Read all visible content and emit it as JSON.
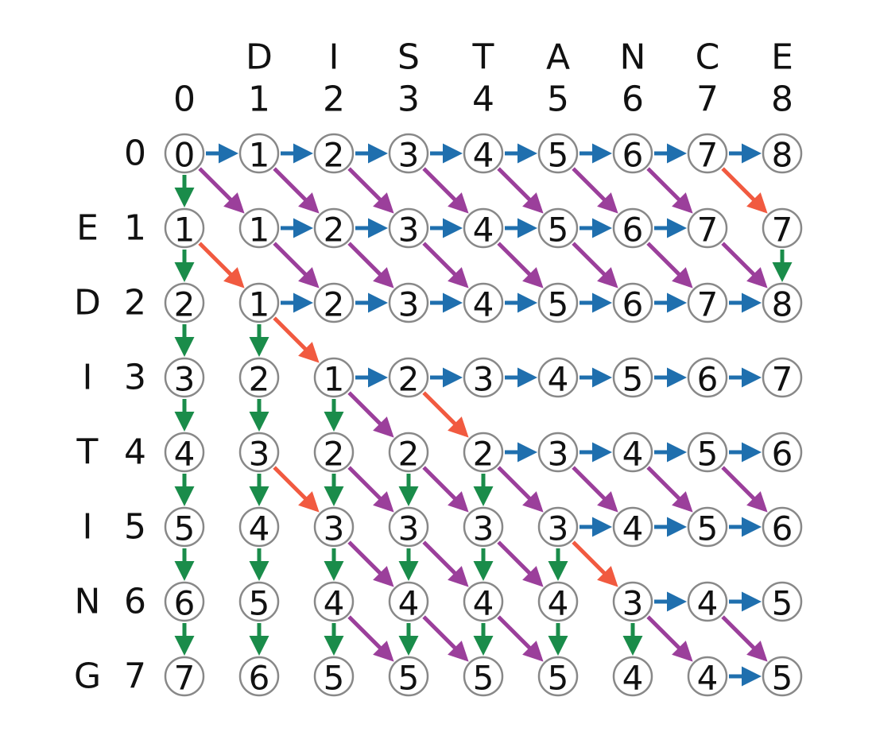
{
  "top_word": [
    "D",
    "I",
    "S",
    "T",
    "A",
    "N",
    "C",
    "E"
  ],
  "left_word": [
    "E",
    "D",
    "I",
    "T",
    "I",
    "N",
    "G"
  ],
  "col_indices": [
    "0",
    "1",
    "2",
    "3",
    "4",
    "5",
    "6",
    "7",
    "8"
  ],
  "row_indices": [
    "0",
    "1",
    "2",
    "3",
    "4",
    "5",
    "6",
    "7"
  ],
  "matrix": [
    [
      0,
      1,
      2,
      3,
      4,
      5,
      6,
      7,
      8
    ],
    [
      1,
      1,
      2,
      3,
      4,
      5,
      6,
      7,
      7
    ],
    [
      2,
      1,
      2,
      3,
      4,
      5,
      6,
      7,
      8
    ],
    [
      3,
      2,
      1,
      2,
      3,
      4,
      5,
      6,
      7
    ],
    [
      4,
      3,
      2,
      2,
      2,
      3,
      4,
      5,
      6
    ],
    [
      5,
      4,
      3,
      3,
      3,
      3,
      4,
      5,
      6
    ],
    [
      6,
      5,
      4,
      4,
      4,
      4,
      3,
      4,
      5
    ],
    [
      7,
      6,
      5,
      5,
      5,
      5,
      4,
      4,
      5
    ]
  ],
  "colors": {
    "horizontal": "#1f6fae",
    "vertical": "#1a8c4a",
    "diagonal_mismatch": "#9b3f9b",
    "diagonal_match": "#f15a40",
    "node_stroke": "#888888"
  },
  "arrows": {
    "horizontal": [
      [
        0,
        0
      ],
      [
        0,
        1
      ],
      [
        0,
        2
      ],
      [
        0,
        3
      ],
      [
        0,
        4
      ],
      [
        0,
        5
      ],
      [
        0,
        6
      ],
      [
        0,
        7
      ],
      [
        1,
        1
      ],
      [
        1,
        2
      ],
      [
        1,
        3
      ],
      [
        1,
        4
      ],
      [
        1,
        5
      ],
      [
        1,
        6
      ],
      [
        2,
        1
      ],
      [
        2,
        2
      ],
      [
        2,
        3
      ],
      [
        2,
        4
      ],
      [
        2,
        5
      ],
      [
        2,
        6
      ],
      [
        2,
        7
      ],
      [
        3,
        2
      ],
      [
        3,
        3
      ],
      [
        3,
        4
      ],
      [
        3,
        5
      ],
      [
        3,
        6
      ],
      [
        3,
        7
      ],
      [
        4,
        4
      ],
      [
        4,
        5
      ],
      [
        4,
        6
      ],
      [
        4,
        7
      ],
      [
        5,
        5
      ],
      [
        5,
        6
      ],
      [
        5,
        7
      ],
      [
        6,
        6
      ],
      [
        6,
        7
      ],
      [
        7,
        7
      ]
    ],
    "vertical": [
      [
        0,
        0
      ],
      [
        1,
        0
      ],
      [
        2,
        0
      ],
      [
        3,
        0
      ],
      [
        4,
        0
      ],
      [
        5,
        0
      ],
      [
        6,
        0
      ],
      [
        2,
        1
      ],
      [
        3,
        1
      ],
      [
        4,
        1
      ],
      [
        5,
        1
      ],
      [
        6,
        1
      ],
      [
        3,
        2
      ],
      [
        4,
        2
      ],
      [
        5,
        2
      ],
      [
        6,
        2
      ],
      [
        4,
        3
      ],
      [
        5,
        3
      ],
      [
        6,
        3
      ],
      [
        4,
        4
      ],
      [
        5,
        4
      ],
      [
        6,
        4
      ],
      [
        5,
        5
      ],
      [
        6,
        5
      ],
      [
        6,
        6
      ],
      [
        1,
        8
      ]
    ],
    "diagonal_mismatch": [
      [
        0,
        0
      ],
      [
        0,
        1
      ],
      [
        0,
        2
      ],
      [
        0,
        3
      ],
      [
        0,
        4
      ],
      [
        0,
        5
      ],
      [
        0,
        6
      ],
      [
        1,
        1
      ],
      [
        1,
        2
      ],
      [
        1,
        3
      ],
      [
        1,
        4
      ],
      [
        1,
        5
      ],
      [
        1,
        6
      ],
      [
        1,
        7
      ],
      [
        3,
        2
      ],
      [
        4,
        4
      ],
      [
        4,
        5
      ],
      [
        4,
        6
      ],
      [
        4,
        7
      ],
      [
        4,
        2
      ],
      [
        4,
        3
      ],
      [
        5,
        2
      ],
      [
        5,
        3
      ],
      [
        5,
        4
      ],
      [
        6,
        2
      ],
      [
        6,
        3
      ],
      [
        6,
        4
      ],
      [
        6,
        6
      ],
      [
        6,
        7
      ]
    ],
    "diagonal_match": [
      [
        0,
        7
      ],
      [
        1,
        0
      ],
      [
        2,
        1
      ],
      [
        3,
        3
      ],
      [
        4,
        1
      ],
      [
        5,
        5
      ]
    ]
  }
}
